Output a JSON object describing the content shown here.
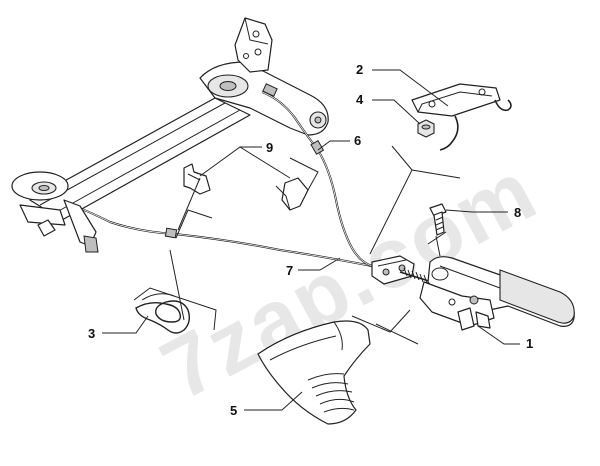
{
  "watermark": "7zap.com",
  "callouts": [
    {
      "id": "1",
      "label": "1"
    },
    {
      "id": "2",
      "label": "2"
    },
    {
      "id": "3",
      "label": "3"
    },
    {
      "id": "4",
      "label": "4"
    },
    {
      "id": "5",
      "label": "5"
    },
    {
      "id": "6",
      "label": "6"
    },
    {
      "id": "7",
      "label": "7"
    },
    {
      "id": "8",
      "label": "8"
    },
    {
      "id": "9",
      "label": "9"
    }
  ]
}
